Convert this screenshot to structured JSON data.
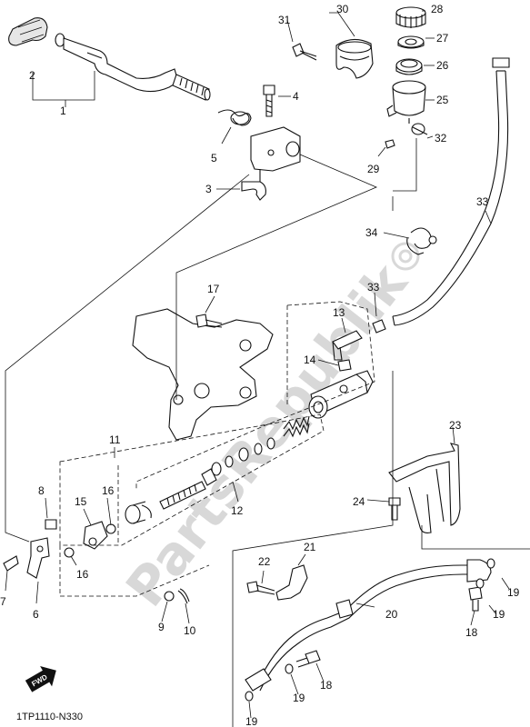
{
  "diagram": {
    "reference_code": "1TP1110-N330",
    "watermark": "PartsRepublik",
    "fwd_label": "FWD",
    "callouts": [
      {
        "id": "c1",
        "label": "1"
      },
      {
        "id": "c2",
        "label": "2"
      },
      {
        "id": "c3",
        "label": "3"
      },
      {
        "id": "c4",
        "label": "4"
      },
      {
        "id": "c5",
        "label": "5"
      },
      {
        "id": "c6",
        "label": "6"
      },
      {
        "id": "c7",
        "label": "7"
      },
      {
        "id": "c8",
        "label": "8"
      },
      {
        "id": "c9",
        "label": "9"
      },
      {
        "id": "c10",
        "label": "10"
      },
      {
        "id": "c11",
        "label": "11"
      },
      {
        "id": "c12",
        "label": "12"
      },
      {
        "id": "c13",
        "label": "13"
      },
      {
        "id": "c14",
        "label": "14"
      },
      {
        "id": "c15",
        "label": "15"
      },
      {
        "id": "c16a",
        "label": "16"
      },
      {
        "id": "c16b",
        "label": "16"
      },
      {
        "id": "c17",
        "label": "17"
      },
      {
        "id": "c18a",
        "label": "18"
      },
      {
        "id": "c18b",
        "label": "18"
      },
      {
        "id": "c19a",
        "label": "19"
      },
      {
        "id": "c19b",
        "label": "19"
      },
      {
        "id": "c19c",
        "label": "19"
      },
      {
        "id": "c19d",
        "label": "19"
      },
      {
        "id": "c20",
        "label": "20"
      },
      {
        "id": "c21",
        "label": "21"
      },
      {
        "id": "c22",
        "label": "22"
      },
      {
        "id": "c23",
        "label": "23"
      },
      {
        "id": "c24",
        "label": "24"
      },
      {
        "id": "c25",
        "label": "25"
      },
      {
        "id": "c26",
        "label": "26"
      },
      {
        "id": "c27",
        "label": "27"
      },
      {
        "id": "c28",
        "label": "28"
      },
      {
        "id": "c29",
        "label": "29"
      },
      {
        "id": "c30",
        "label": "30"
      },
      {
        "id": "c31",
        "label": "31"
      },
      {
        "id": "c32",
        "label": "32"
      },
      {
        "id": "c33a",
        "label": "33"
      },
      {
        "id": "c33b",
        "label": "33"
      },
      {
        "id": "c34",
        "label": "34"
      }
    ]
  }
}
